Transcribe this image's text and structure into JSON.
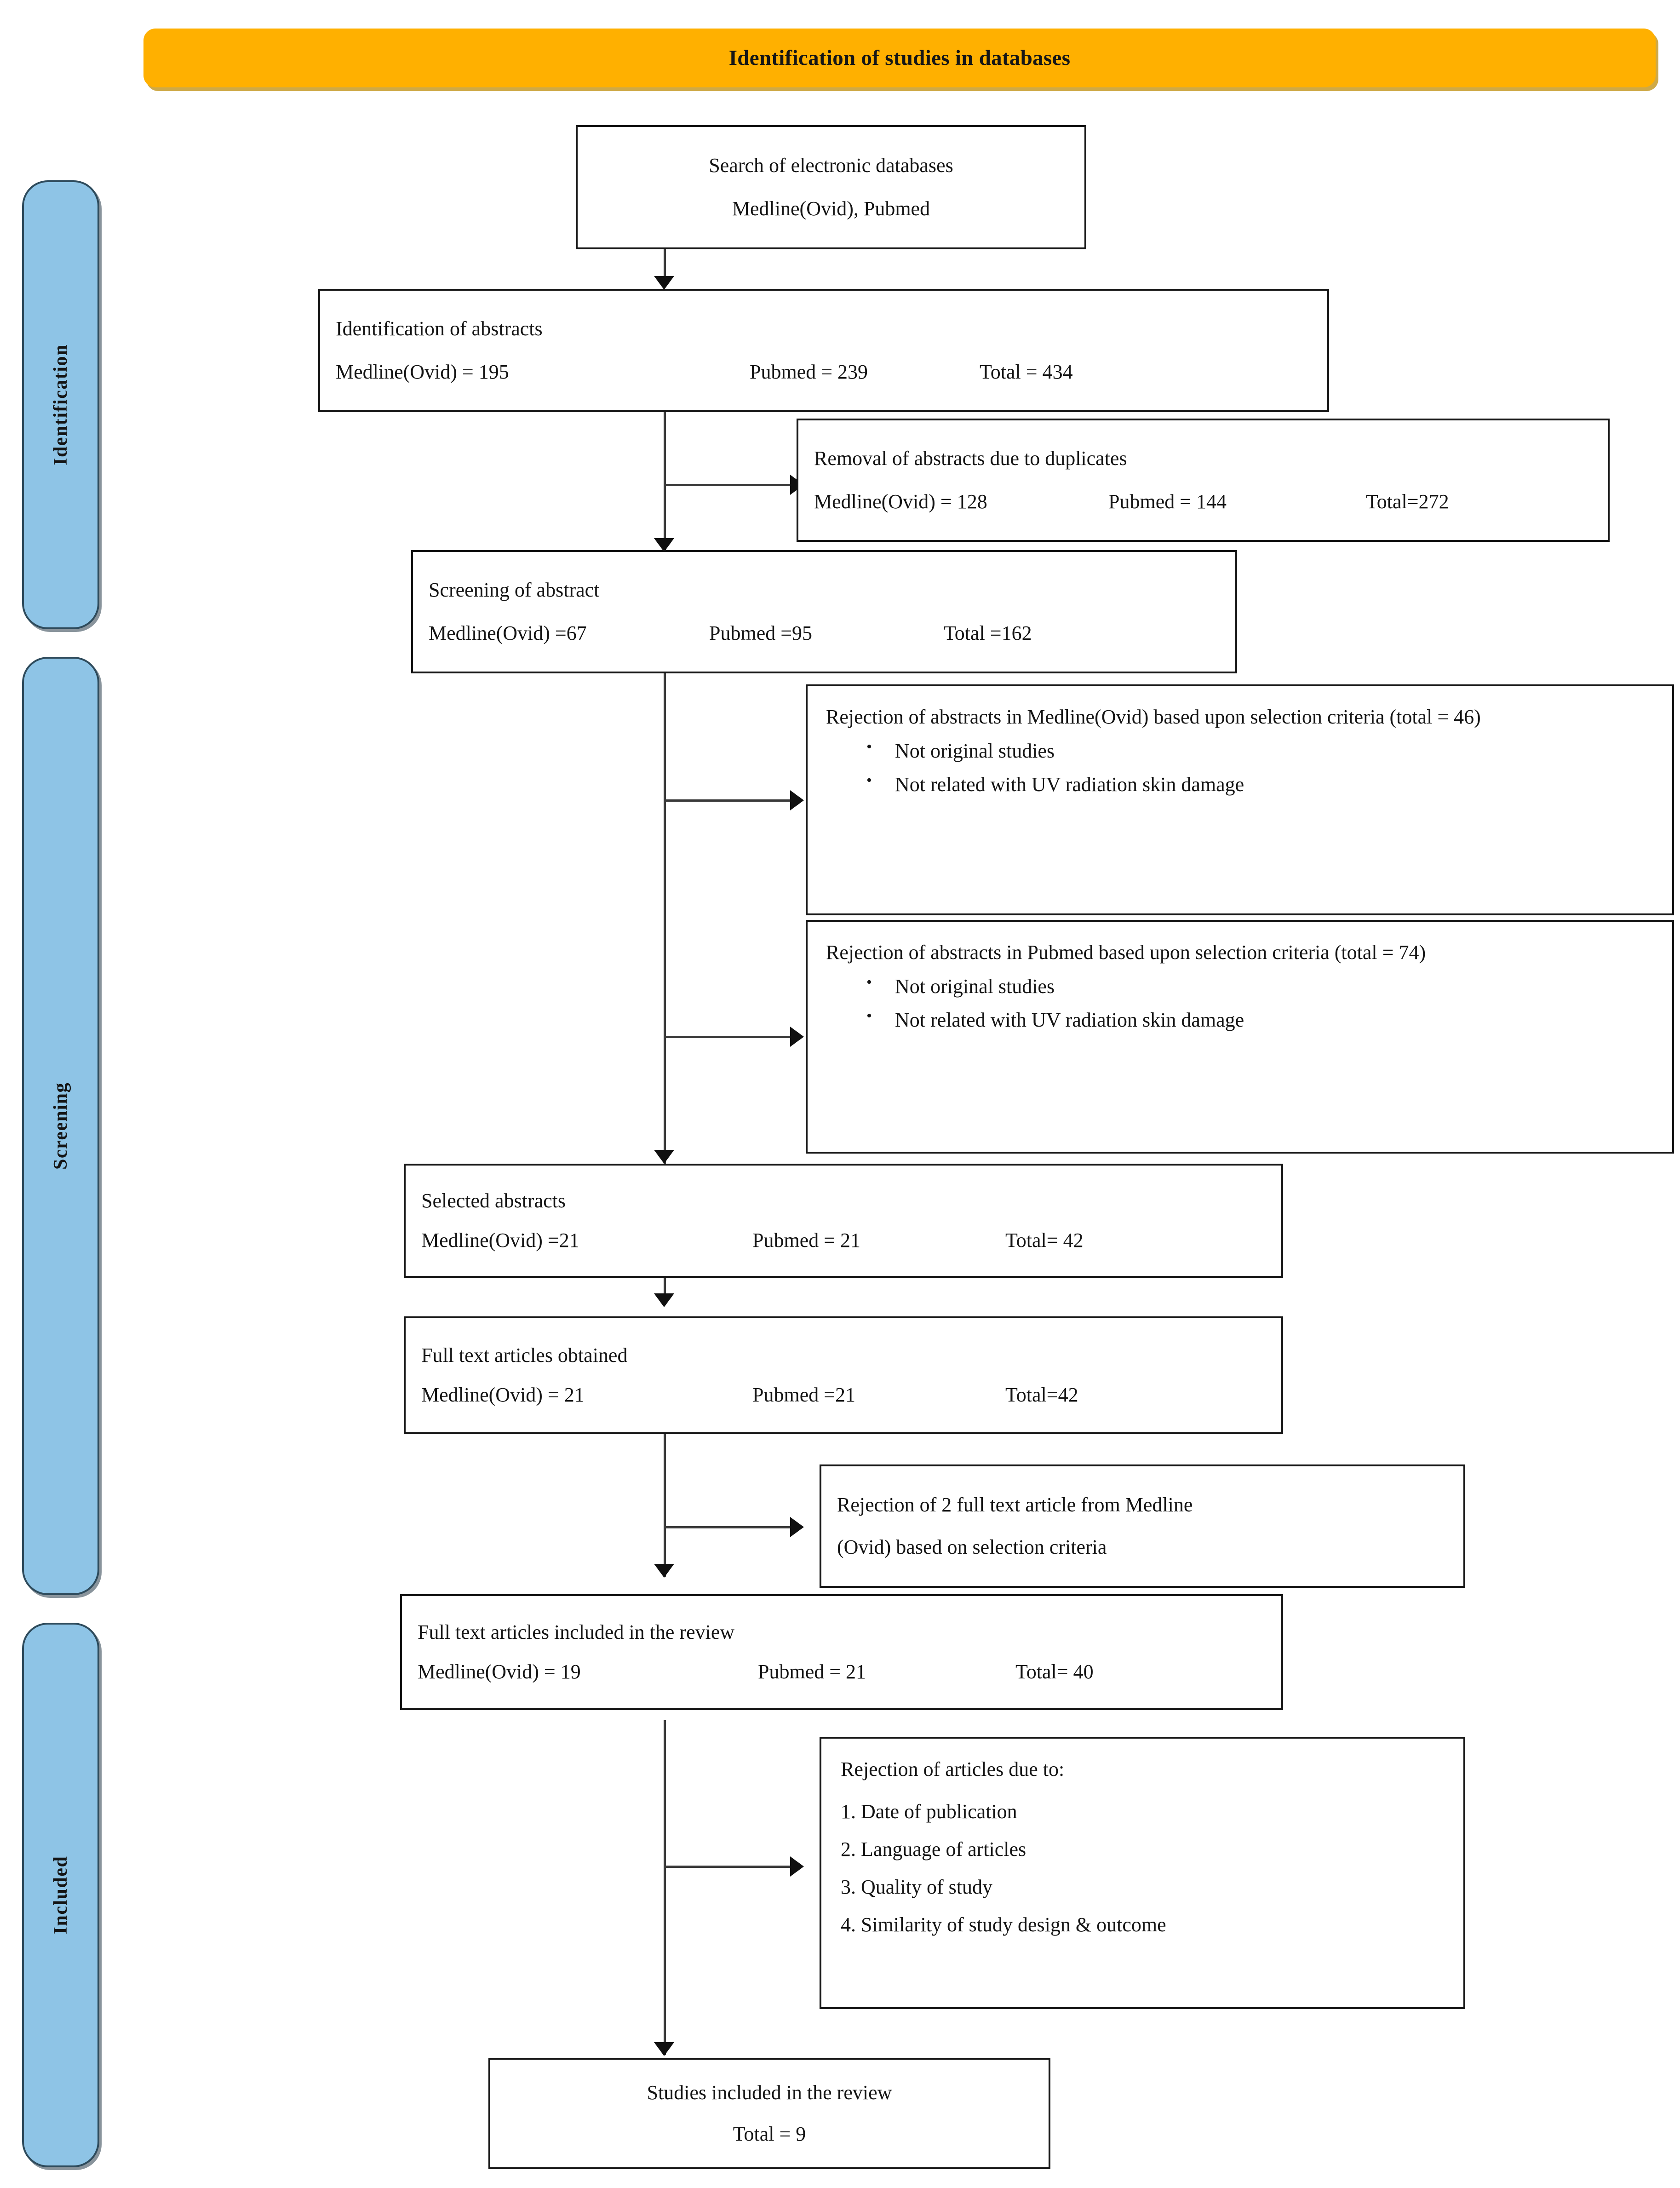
{
  "banner": {
    "title": "Identification of studies in databases",
    "color": "#ffb000"
  },
  "stages": [
    {
      "label": "Identification"
    },
    {
      "label": "Screening"
    },
    {
      "label": "Included"
    }
  ],
  "boxes": {
    "search": {
      "line1": "Search of electronic databases",
      "line2": "Medline(Ovid), Pubmed"
    },
    "identification_abstracts": {
      "title": "Identification of abstracts",
      "medline": "Medline(Ovid) = 195",
      "pubmed": "Pubmed = 239",
      "total": "Total = 434"
    },
    "removal_duplicates": {
      "title": "Removal of abstracts due to duplicates",
      "medline": "Medline(Ovid) = 128",
      "pubmed": "Pubmed = 144",
      "total": "Total=272"
    },
    "screening_abstract": {
      "title": "Screening of abstract",
      "medline": "Medline(Ovid) =67",
      "pubmed": "Pubmed =95",
      "total": "Total =162"
    },
    "rejection_medline": {
      "title": "Rejection of abstracts in Medline(Ovid) based upon selection criteria (total = 46)",
      "bullets": [
        "Not original studies",
        "Not related with UV radiation skin damage"
      ]
    },
    "rejection_pubmed": {
      "title": "Rejection of abstracts in Pubmed based upon selection criteria (total = 74)",
      "bullets": [
        "Not original studies",
        "Not related with UV radiation skin damage"
      ]
    },
    "selected_abstracts": {
      "title": "Selected abstracts",
      "medline": "Medline(Ovid) =21",
      "pubmed": "Pubmed = 21",
      "total": "Total= 42"
    },
    "fulltext_obtained": {
      "title": "Full text articles obtained",
      "medline": "Medline(Ovid) = 21",
      "pubmed": "Pubmed =21",
      "total": "Total=42"
    },
    "rejection_fulltext": {
      "line1": "Rejection of 2 full text article from Medline",
      "line2": "(Ovid) based on selection criteria"
    },
    "fulltext_included": {
      "title": "Full text articles included in the review",
      "medline": "Medline(Ovid) =   19",
      "pubmed": "Pubmed = 21",
      "total": "Total= 40"
    },
    "rejection_articles": {
      "title": "Rejection of articles due to:",
      "reasons": [
        "1. Date of publication",
        "2. Language of articles",
        "3. Quality of study",
        "4. Similarity of study design & outcome"
      ]
    },
    "studies_included": {
      "title": "Studies included in the review",
      "total": "Total = 9"
    }
  }
}
